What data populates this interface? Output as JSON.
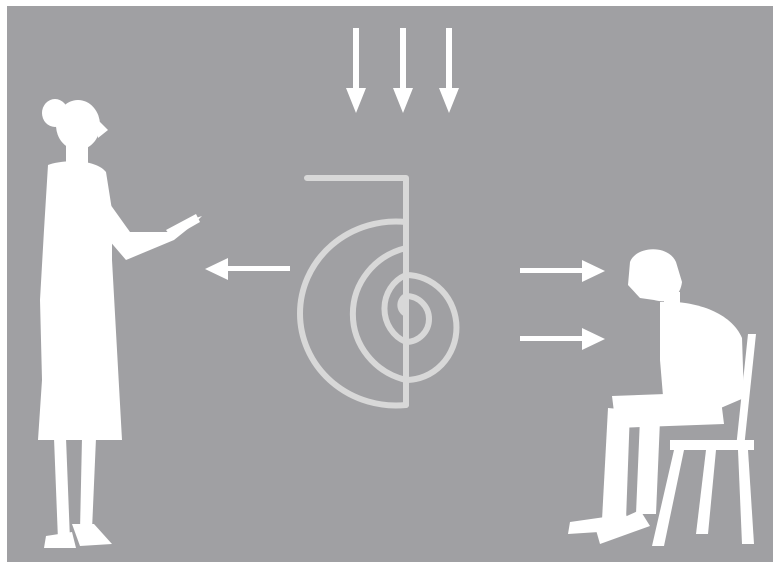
{
  "colors": {
    "background": "#a0a0a3",
    "border": "#ffffff",
    "figure": "#ffffff",
    "symbol": "#d8d8d8",
    "arrow": "#ffffff"
  },
  "icons": {
    "downward_arrows": 3,
    "left_arrow": 1,
    "right_arrows": 2
  }
}
